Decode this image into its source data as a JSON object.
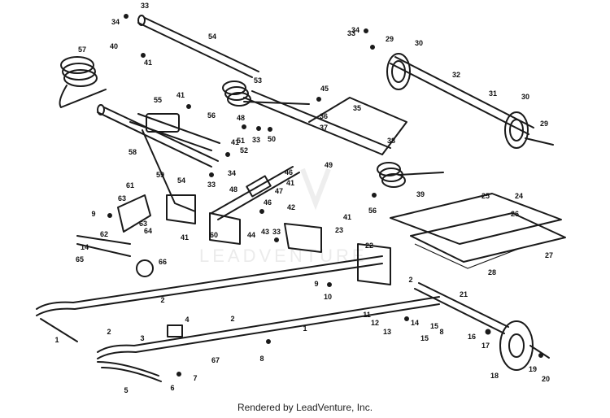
{
  "watermark": {
    "text": "LEADVENTURE"
  },
  "footer": {
    "text": "Rendered by LeadVenture, Inc."
  },
  "callouts": [
    "1",
    "1",
    "2",
    "2",
    "2",
    "2",
    "3",
    "4",
    "5",
    "6",
    "7",
    "8",
    "8",
    "9",
    "9",
    "10",
    "11",
    "12",
    "13",
    "14",
    "14",
    "15",
    "15",
    "16",
    "17",
    "18",
    "19",
    "20",
    "21",
    "22",
    "23",
    "24",
    "25",
    "26",
    "27",
    "28",
    "29",
    "29",
    "30",
    "30",
    "31",
    "32",
    "33",
    "33",
    "33",
    "33",
    "33",
    "34",
    "34",
    "34",
    "35",
    "36",
    "37",
    "38",
    "39",
    "40",
    "41",
    "41",
    "41",
    "41",
    "41",
    "41",
    "42",
    "43",
    "44",
    "45",
    "46",
    "46",
    "47",
    "48",
    "48",
    "49",
    "50",
    "51",
    "52",
    "53",
    "54",
    "54",
    "55",
    "56",
    "56",
    "57",
    "58",
    "59",
    "60",
    "61",
    "62",
    "63",
    "63",
    "64",
    "65",
    "66",
    "67"
  ]
}
